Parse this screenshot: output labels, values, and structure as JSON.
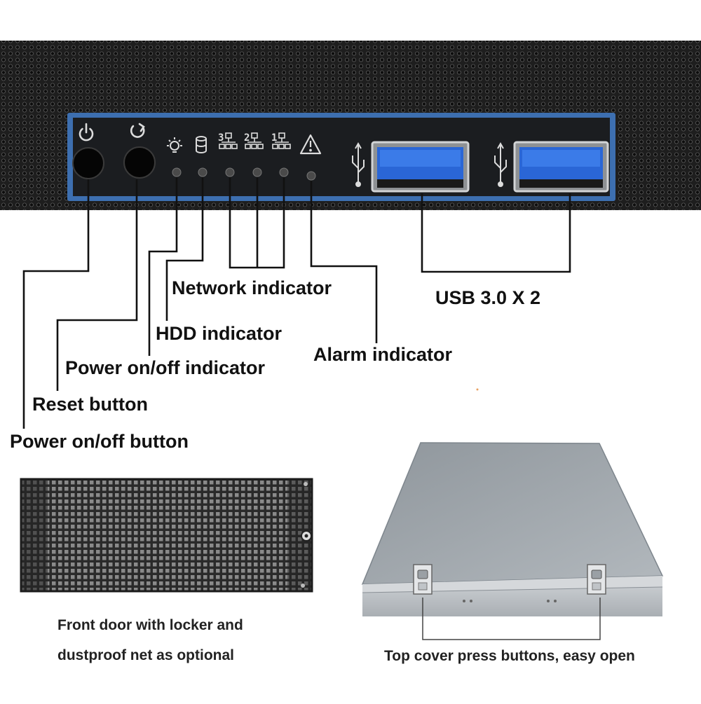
{
  "callouts": {
    "network": "Network indicator",
    "usb": "USB 3.0 X 2",
    "hdd": "HDD indicator",
    "alarm": "Alarm indicator",
    "power_led": "Power on/off indicator",
    "reset": "Reset button",
    "power_button": "Power on/off button"
  },
  "lan_ports": {
    "three": "3",
    "two": "2",
    "one": "1"
  },
  "captions": {
    "front_door_line1": "Front door with locker and",
    "front_door_line2": "dustproof net as optional",
    "top_cover": "Top cover press buttons, easy open"
  },
  "colors": {
    "panel_border": "#3d6fb0",
    "usb_blue": "#2a66d6",
    "mesh": "#1a1a1a",
    "leader": "#111111"
  },
  "icons": [
    "power-icon",
    "reset-icon",
    "power-led-icon",
    "hdd-icon",
    "lan-icon",
    "alarm-icon",
    "usb-icon"
  ]
}
